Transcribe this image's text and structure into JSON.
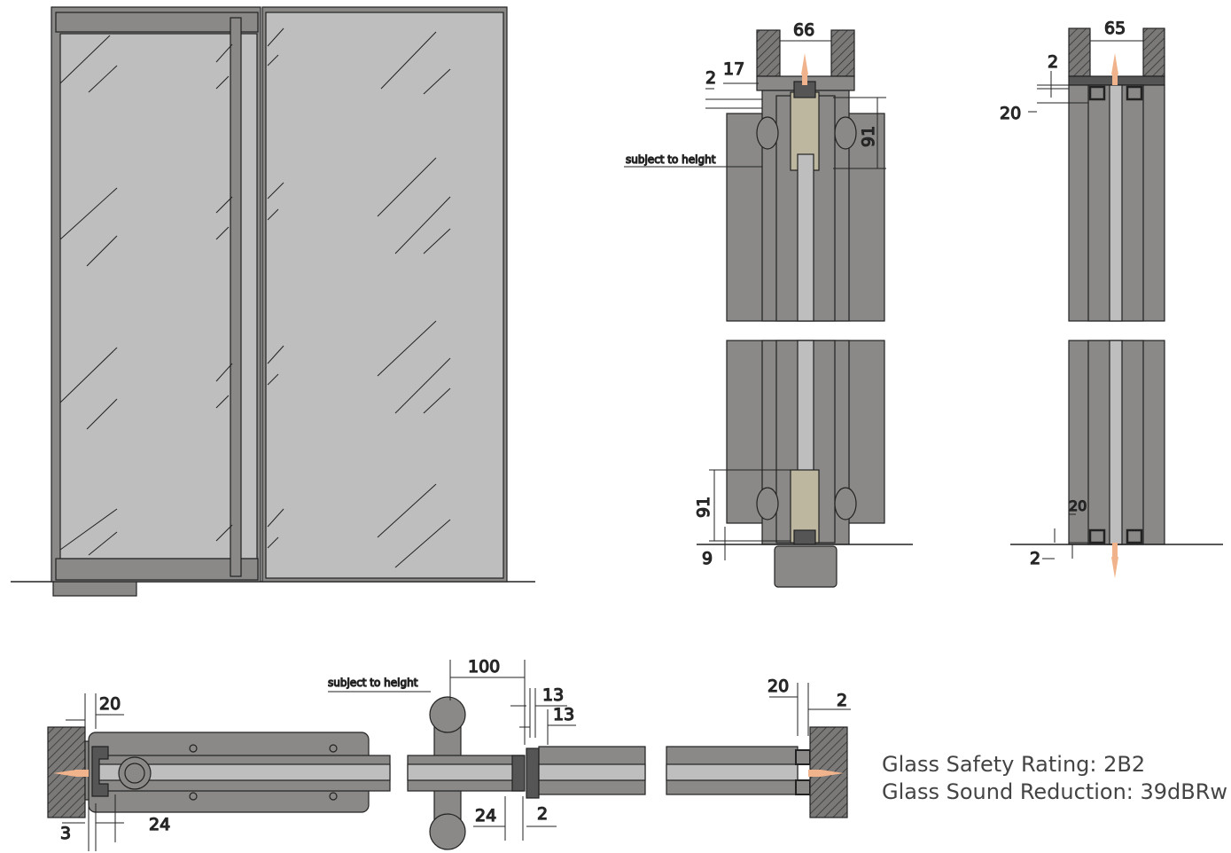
{
  "dimensions": {
    "head_gap_width": "66",
    "head_gap_width_alt": "65",
    "head_offset_a": "2",
    "head_offset_b": "17",
    "insert_height_top": "91",
    "insert_height_bottom": "91",
    "floor_offset_left": "9",
    "alt_head_offset": "2",
    "alt_head_depth": "20",
    "alt_base_depth": "20",
    "alt_base_offset": "2",
    "plan_wall_20": "20",
    "plan_wall_3": "3",
    "plan_wall_24": "24",
    "handle_projection": "100",
    "plan_13_a": "13",
    "plan_13_b": "13",
    "plan_24_b": "24",
    "plan_2_b": "2",
    "plan_right_20": "20",
    "plan_right_2": "2"
  },
  "notes": {
    "subject_to_height_section": "subject to height",
    "subject_to_height_plan": "subject to height"
  },
  "specs": {
    "safety": "Glass Safety Rating: 2B2",
    "sound": "Glass Sound Reduction: 39dBRw"
  },
  "colors": {
    "frame": "#8a8988",
    "glass": "#bebebe",
    "dark": "#555555",
    "insert": "#bdb79f",
    "screw": "#f0b38c",
    "outline": "#222222"
  }
}
